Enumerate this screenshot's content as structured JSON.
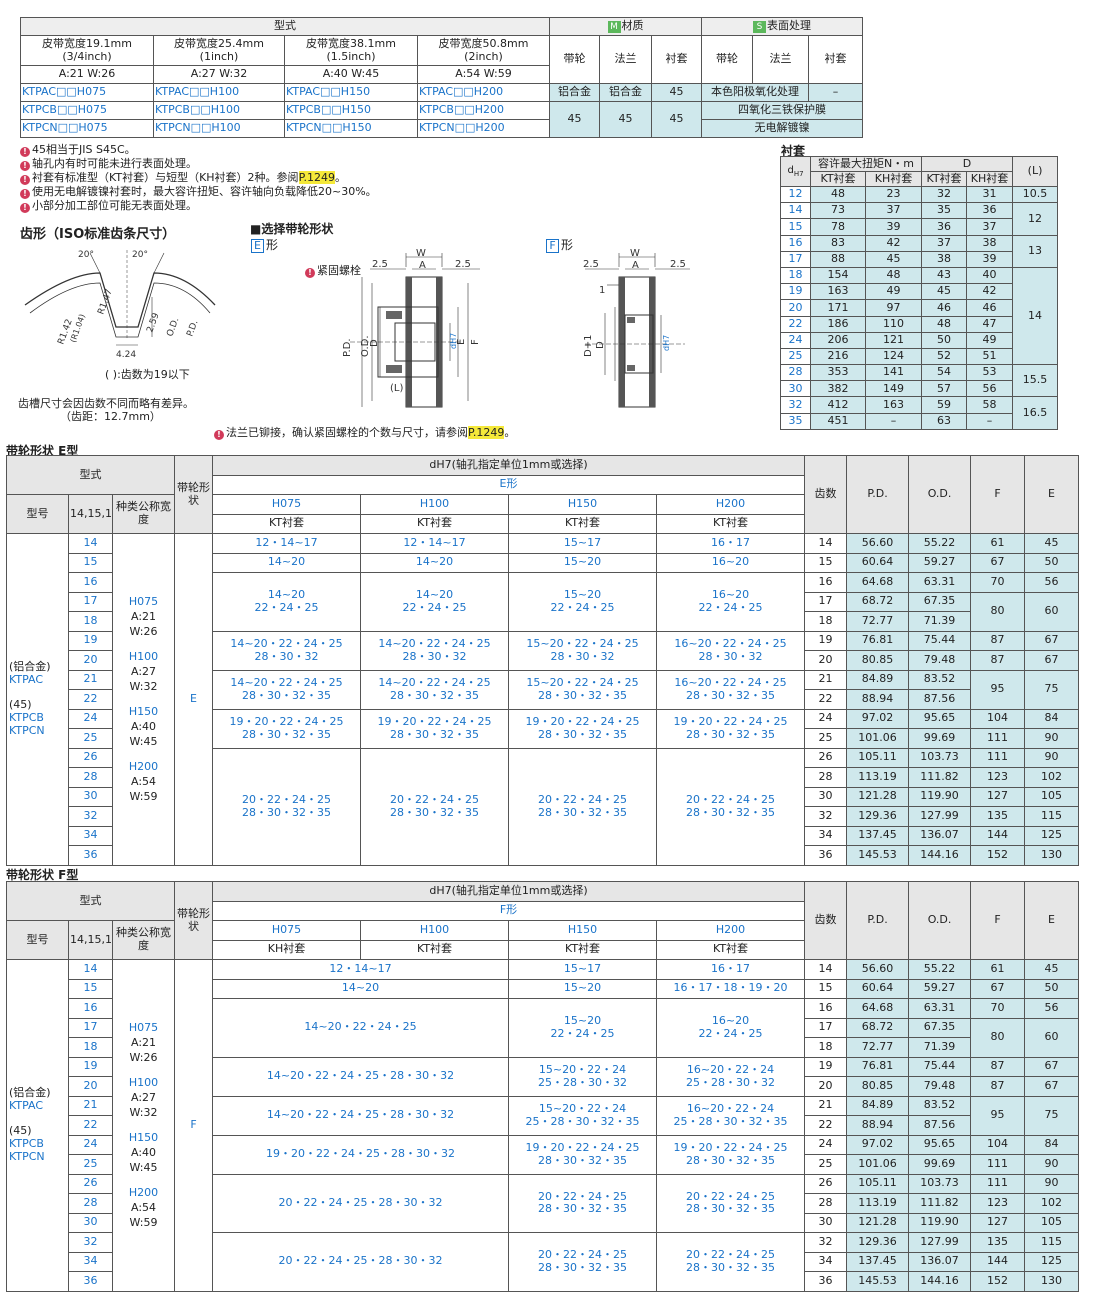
{
  "top_table": {
    "type_header": "型式",
    "material_header": "材质",
    "surface_header": "表面处理",
    "material_tag": "M",
    "surface_tag": "S",
    "widths": [
      {
        "line1": "皮带宽度19.1mm",
        "line2": "(3/4inch)",
        "dims": "A:21  W:26"
      },
      {
        "line1": "皮带宽度25.4mm",
        "line2": "(1inch)",
        "dims": "A:27  W:32"
      },
      {
        "line1": "皮带宽度38.1mm",
        "line2": "(1.5inch)",
        "dims": "A:40  W:45"
      },
      {
        "line1": "皮带宽度50.8mm",
        "line2": "(2inch)",
        "dims": "A:54  W:59"
      }
    ],
    "sub_headers": [
      "带轮",
      "法兰",
      "衬套",
      "带轮",
      "法兰",
      "衬套"
    ],
    "rows": [
      {
        "codes": [
          "KTPAC□□H075",
          "KTPAC□□H100",
          "KTPAC□□H150",
          "KTPAC□□H200"
        ]
      },
      {
        "codes": [
          "KTPCB□□H075",
          "KTPCB□□H100",
          "KTPCB□□H150",
          "KTPCB□□H200"
        ]
      },
      {
        "codes": [
          "KTPCN□□H075",
          "KTPCN□□H100",
          "KTPCN□□H150",
          "KTPCN□□H200"
        ]
      }
    ],
    "mat_row1": [
      "铝合金",
      "铝合金",
      "45"
    ],
    "mat_row23": [
      "45",
      "45",
      "45"
    ],
    "surf_row1": "本色阳极氧化处理",
    "surf_row1_dash": "–",
    "surf_row2": "四氧化三铁保护膜",
    "surf_row3": "无电解镀镍"
  },
  "notes": [
    "45相当于JIS S45C。",
    "轴孔内有时可能未进行表面处理。",
    "衬套有标准型（KT衬套）与短型（KH衬套）2种。参阅",
    "使用无电解镀镍衬套时，最大容许扭矩、容许轴向负载降低20~30%。",
    "小部分加工部位可能无表面处理。"
  ],
  "note_ref": "P.1249",
  "note_ref_suffix": "。",
  "tooth": {
    "title": "齿形（ISO标准齿条尺寸）",
    "angle1": "20°",
    "angle2": "20°",
    "r1": "R1.47",
    "r2": "R1.42",
    "r2b": "(R1.04)",
    "d1": "2.59",
    "d2": "4.24",
    "od": "O.D.",
    "pd": "P.D.",
    "caption": "( ):齿数为19以下",
    "foot1": "齿槽尺寸会因齿数不同而略有差异。",
    "foot2": "（齿距：12.7mm）"
  },
  "shape": {
    "title": "■选择带轮形状",
    "e_label": "E",
    "e_text": "形",
    "f_label": "F",
    "f_text": "形",
    "screw": "紧固螺栓",
    "dims": {
      "w": "W",
      "a": "A",
      "d25": "2.5",
      "one": "1",
      "pd": "P.D.",
      "od": "O.D.",
      "d": "D",
      "dh7": "dH7",
      "e": "E",
      "f": "F",
      "l": "(L)",
      "dplus": "D+1"
    },
    "flange_note": "法兰已铆接，确认紧固螺栓的个数与尺寸，请参阅",
    "flange_ref": "P.1249",
    "flange_suffix": "。"
  },
  "bushing": {
    "title": "衬套",
    "h_d": "dH7",
    "h_torque": "容许最大扭矩N・m",
    "h_D": "D",
    "h_L": "(L)",
    "subs": [
      "KT衬套",
      "KH衬套",
      "KT衬套",
      "KH衬套"
    ],
    "rows": [
      [
        "12",
        "48",
        "23",
        "32",
        "31"
      ],
      [
        "14",
        "73",
        "37",
        "35",
        "36"
      ],
      [
        "15",
        "78",
        "39",
        "36",
        "37"
      ],
      [
        "16",
        "83",
        "42",
        "37",
        "38"
      ],
      [
        "17",
        "88",
        "45",
        "38",
        "39"
      ],
      [
        "18",
        "154",
        "48",
        "43",
        "40"
      ],
      [
        "19",
        "163",
        "49",
        "45",
        "42"
      ],
      [
        "20",
        "171",
        "97",
        "46",
        "46"
      ],
      [
        "22",
        "186",
        "110",
        "48",
        "47"
      ],
      [
        "24",
        "206",
        "121",
        "50",
        "49"
      ],
      [
        "25",
        "216",
        "124",
        "52",
        "51"
      ],
      [
        "28",
        "353",
        "141",
        "54",
        "53"
      ],
      [
        "30",
        "382",
        "149",
        "57",
        "56"
      ],
      [
        "32",
        "412",
        "163",
        "59",
        "58"
      ],
      [
        "35",
        "451",
        "–",
        "63",
        "–"
      ]
    ],
    "L": [
      {
        "v": "10.5",
        "span": 1
      },
      {
        "v": "12",
        "span": 2
      },
      {
        "v": "13",
        "span": 2
      },
      {
        "v": "14",
        "span": 6
      },
      {
        "v": "15.5",
        "span": 2
      },
      {
        "v": "16.5",
        "span": 2
      }
    ]
  },
  "e_table": {
    "section": "带轮形状 E型",
    "type": "型式",
    "pulley_shape": "带轮形状",
    "model": "型号",
    "teeth": [
      "14",
      "15",
      "16",
      "17",
      "18",
      "19",
      "20",
      "21",
      "22",
      "24",
      "25",
      "26",
      "28",
      "30",
      "32",
      "34",
      "36"
    ],
    "kind": "种类公称宽度",
    "bore": "dH7(轴孔指定单位1mm或选择)",
    "shape": "E形",
    "cols": [
      "H075",
      "H100",
      "H150",
      "H200"
    ],
    "bush": [
      "KT衬套",
      "KT衬套",
      "KT衬套",
      "KT衬套"
    ],
    "r_teeth": "齿数",
    "pd": "P.D.",
    "od": "O.D.",
    "f": "F",
    "e": "E",
    "model_lines": [
      "(铝合金)",
      "KTPAC",
      "",
      "(45)",
      "KTPCB",
      "KTPCN"
    ],
    "kind_lines": [
      "H075",
      "A:21",
      "W:26",
      "H100",
      "A:27",
      "W:32",
      "H150",
      "A:40",
      "W:45",
      "H200",
      "A:54",
      "W:59"
    ],
    "shape_val": "E",
    "groups": [
      {
        "span": 1,
        "vals": [
          [
            "12・14~17"
          ],
          [
            "12・14~17"
          ],
          [
            "15~17"
          ],
          [
            "16・17"
          ]
        ]
      },
      {
        "span": 1,
        "vals": [
          [
            "14~20"
          ],
          [
            "14~20"
          ],
          [
            "15~20"
          ],
          [
            "16~20"
          ]
        ]
      },
      {
        "span": 3,
        "vals": [
          [
            "14~20",
            "22・24・25"
          ],
          [
            "14~20",
            "22・24・25"
          ],
          [
            "15~20",
            "22・24・25"
          ],
          [
            "16~20",
            "22・24・25"
          ]
        ]
      },
      {
        "span": 2,
        "vals": [
          [
            "14~20・22・24・25",
            "28・30・32"
          ],
          [
            "14~20・22・24・25",
            "28・30・32"
          ],
          [
            "15~20・22・24・25",
            "28・30・32"
          ],
          [
            "16~20・22・24・25",
            "28・30・32"
          ]
        ]
      },
      {
        "span": 2,
        "vals": [
          [
            "14~20・22・24・25",
            "28・30・32・35"
          ],
          [
            "14~20・22・24・25",
            "28・30・32・35"
          ],
          [
            "15~20・22・24・25",
            "28・30・32・35"
          ],
          [
            "16~20・22・24・25",
            "28・30・32・35"
          ]
        ]
      },
      {
        "span": 2,
        "vals": [
          [
            "19・20・22・24・25",
            "28・30・32・35"
          ],
          [
            "19・20・22・24・25",
            "28・30・32・35"
          ],
          [
            "19・20・22・24・25",
            "28・30・32・35"
          ],
          [
            "19・20・22・24・25",
            "28・30・32・35"
          ]
        ]
      },
      {
        "span": 6,
        "vals": [
          [
            "20・22・24・25",
            "28・30・32・35"
          ],
          [
            "20・22・24・25",
            "28・30・32・35"
          ],
          [
            "20・22・24・25",
            "28・30・32・35"
          ],
          [
            "20・22・24・25",
            "28・30・32・35"
          ]
        ]
      }
    ],
    "right": [
      [
        "14",
        "56.60",
        "55.22"
      ],
      [
        "15",
        "60.64",
        "59.27"
      ],
      [
        "16",
        "64.68",
        "63.31"
      ],
      [
        "17",
        "68.72",
        "67.35"
      ],
      [
        "18",
        "72.77",
        "71.39"
      ],
      [
        "19",
        "76.81",
        "75.44"
      ],
      [
        "20",
        "80.85",
        "79.48"
      ],
      [
        "21",
        "84.89",
        "83.52"
      ],
      [
        "22",
        "88.94",
        "87.56"
      ],
      [
        "24",
        "97.02",
        "95.65"
      ],
      [
        "25",
        "101.06",
        "99.69"
      ],
      [
        "26",
        "105.11",
        "103.73"
      ],
      [
        "28",
        "113.19",
        "111.82"
      ],
      [
        "30",
        "121.28",
        "119.90"
      ],
      [
        "32",
        "129.36",
        "127.99"
      ],
      [
        "34",
        "137.45",
        "136.07"
      ],
      [
        "36",
        "145.53",
        "144.16"
      ]
    ],
    "fe": [
      {
        "span": 1,
        "f": "61",
        "e": "45"
      },
      {
        "span": 1,
        "f": "67",
        "e": "50"
      },
      {
        "span": 1,
        "f": "70",
        "e": "56"
      },
      {
        "span": 2,
        "f": "80",
        "e": "60"
      },
      {
        "span": 1,
        "f": "87",
        "e": "67"
      },
      {
        "span": 1,
        "f": "87",
        "e": "67"
      },
      {
        "span": 2,
        "f": "95",
        "e": "75"
      },
      {
        "span": 1,
        "f": "104",
        "e": "84"
      },
      {
        "span": 1,
        "f": "111",
        "e": "90"
      },
      {
        "span": 1,
        "f": "111",
        "e": "90"
      },
      {
        "span": 1,
        "f": "123",
        "e": "102"
      },
      {
        "span": 1,
        "f": "127",
        "e": "105"
      },
      {
        "span": 1,
        "f": "135",
        "e": "115"
      },
      {
        "span": 1,
        "f": "144",
        "e": "125"
      },
      {
        "span": 1,
        "f": "152",
        "e": "130"
      }
    ]
  },
  "f_table": {
    "section": "带轮形状 F型",
    "type": "型式",
    "pulley_shape": "带轮形状",
    "model": "型号",
    "teeth": [
      "14",
      "15",
      "16",
      "17",
      "18",
      "19",
      "20",
      "21",
      "22",
      "24",
      "25",
      "26",
      "28",
      "30",
      "32",
      "34",
      "36"
    ],
    "kind": "种类公称宽度",
    "bore": "dH7(轴孔指定单位1mm或选择)",
    "shape": "F形",
    "cols": [
      "H075",
      "H100",
      "H150",
      "H200"
    ],
    "bush": [
      "KH衬套",
      "KT衬套",
      "KT衬套",
      "KT衬套"
    ],
    "r_teeth": "齿数",
    "pd": "P.D.",
    "od": "O.D.",
    "f": "F",
    "e": "E",
    "model_lines": [
      "(铝合金)",
      "KTPAC",
      "",
      "(45)",
      "KTPCB",
      "KTPCN"
    ],
    "kind_lines": [
      "H075",
      "A:21",
      "W:26",
      "H100",
      "A:27",
      "W:32",
      "H150",
      "A:40",
      "W:45",
      "H200",
      "A:54",
      "W:59"
    ],
    "shape_val": "F",
    "groups": [
      {
        "span": 1,
        "merged": [
          "12・14~17"
        ],
        "vals": [
          [
            "15~17"
          ],
          [
            "16・17"
          ]
        ]
      },
      {
        "span": 1,
        "merged": [
          "14~20"
        ],
        "vals": [
          [
            "15~20"
          ],
          [
            "16・17・18・19・20"
          ]
        ]
      },
      {
        "span": 3,
        "merged": [
          "14~20・22・24・25"
        ],
        "vals": [
          [
            "15~20",
            "22・24・25"
          ],
          [
            "16~20",
            "22・24・25"
          ]
        ]
      },
      {
        "span": 2,
        "merged": [
          "14~20・22・24・25・28・30・32"
        ],
        "vals": [
          [
            "15~20・22・24",
            "25・28・30・32"
          ],
          [
            "16~20・22・24",
            "25・28・30・32"
          ]
        ]
      },
      {
        "span": 2,
        "merged": [
          "14~20・22・24・25・28・30・32"
        ],
        "vals": [
          [
            "15~20・22・24",
            "25・28・30・32・35"
          ],
          [
            "16~20・22・24",
            "25・28・30・32・35"
          ]
        ]
      },
      {
        "span": 2,
        "merged": [
          "19・20・22・24・25・28・30・32"
        ],
        "vals": [
          [
            "19・20・22・24・25",
            "28・30・32・35"
          ],
          [
            "19・20・22・24・25",
            "28・30・32・35"
          ]
        ]
      },
      {
        "span": 3,
        "merged": [
          "20・22・24・25・28・30・32"
        ],
        "vals": [
          [
            "20・22・24・25",
            "28・30・32・35"
          ],
          [
            "20・22・24・25",
            "28・30・32・35"
          ]
        ]
      },
      {
        "span": 3,
        "merged": [
          "20・22・24・25・28・30・32"
        ],
        "vals": [
          [
            "20・22・24・25",
            "28・30・32・35"
          ],
          [
            "20・22・24・25",
            "28・30・32・35"
          ]
        ]
      }
    ],
    "right": [
      [
        "14",
        "56.60",
        "55.22"
      ],
      [
        "15",
        "60.64",
        "59.27"
      ],
      [
        "16",
        "64.68",
        "63.31"
      ],
      [
        "17",
        "68.72",
        "67.35"
      ],
      [
        "18",
        "72.77",
        "71.39"
      ],
      [
        "19",
        "76.81",
        "75.44"
      ],
      [
        "20",
        "80.85",
        "79.48"
      ],
      [
        "21",
        "84.89",
        "83.52"
      ],
      [
        "22",
        "88.94",
        "87.56"
      ],
      [
        "24",
        "97.02",
        "95.65"
      ],
      [
        "25",
        "101.06",
        "99.69"
      ],
      [
        "26",
        "105.11",
        "103.73"
      ],
      [
        "28",
        "113.19",
        "111.82"
      ],
      [
        "30",
        "121.28",
        "119.90"
      ],
      [
        "32",
        "129.36",
        "127.99"
      ],
      [
        "34",
        "137.45",
        "136.07"
      ],
      [
        "36",
        "145.53",
        "144.16"
      ]
    ],
    "fe": [
      {
        "span": 1,
        "f": "61",
        "e": "45"
      },
      {
        "span": 1,
        "f": "67",
        "e": "50"
      },
      {
        "span": 1,
        "f": "70",
        "e": "56"
      },
      {
        "span": 2,
        "f": "80",
        "e": "60"
      },
      {
        "span": 1,
        "f": "87",
        "e": "67"
      },
      {
        "span": 1,
        "f": "87",
        "e": "67"
      },
      {
        "span": 2,
        "f": "95",
        "e": "75"
      },
      {
        "span": 1,
        "f": "104",
        "e": "84"
      },
      {
        "span": 1,
        "f": "111",
        "e": "90"
      },
      {
        "span": 1,
        "f": "111",
        "e": "90"
      },
      {
        "span": 1,
        "f": "123",
        "e": "102"
      },
      {
        "span": 1,
        "f": "127",
        "e": "105"
      },
      {
        "span": 1,
        "f": "135",
        "e": "115"
      },
      {
        "span": 1,
        "f": "144",
        "e": "125"
      },
      {
        "span": 1,
        "f": "152",
        "e": "130"
      }
    ]
  }
}
